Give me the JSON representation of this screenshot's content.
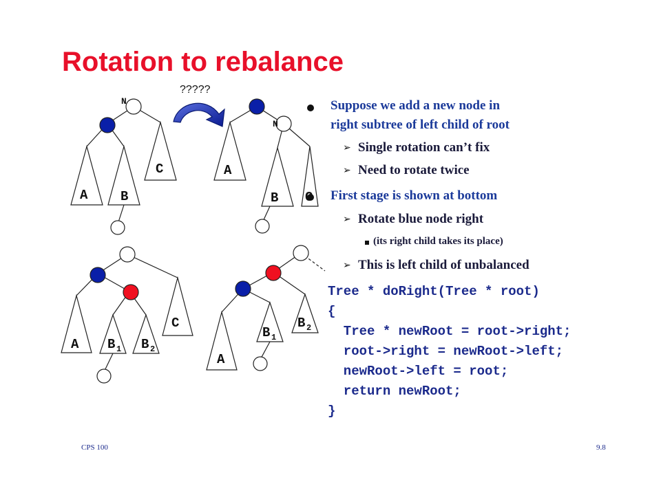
{
  "title": "Rotation to rebalance",
  "labels": {
    "n": "N",
    "a": "A",
    "b": "B",
    "c": "C",
    "b_sub_base": "B",
    "sub1": "1",
    "sub2": "2",
    "question": "?????"
  },
  "bullets": [
    {
      "level": 1,
      "text1": "Suppose we add a new node in",
      "text2": "right subtree of left child of root"
    },
    {
      "level": 2,
      "text": "Single rotation can’t fix"
    },
    {
      "level": 2,
      "text": "Need to rotate twice"
    },
    {
      "level": 1,
      "text": "First stage is shown at bottom"
    },
    {
      "level": 2,
      "text": "Rotate blue node right"
    },
    {
      "level": 3,
      "text": "(its right child takes its place)"
    },
    {
      "level": 2,
      "text": "This is left child of unbalanced"
    }
  ],
  "code": [
    "Tree * doRight(Tree * root)",
    "{",
    "  Tree * newRoot = root->right;",
    "  root->right = newRoot->left;",
    "  newRoot->left = root;",
    "  return newRoot;",
    "}"
  ],
  "footer": {
    "course": "CPS 100",
    "page": "9.8"
  },
  "colors": {
    "title": "#e8102a",
    "blue_node": "#0a1fa8",
    "red_node": "#f01020",
    "text_blue": "#1b2a8c"
  }
}
